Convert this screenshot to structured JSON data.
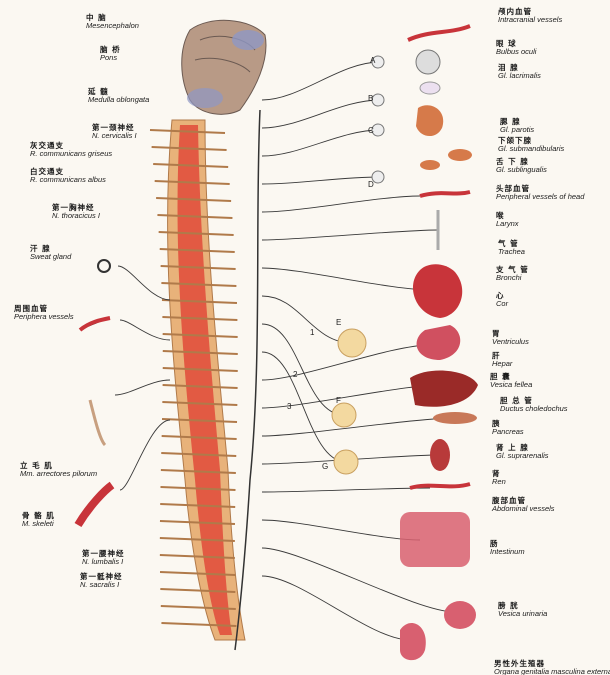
{
  "labels_left": [
    {
      "id": "mesencephalon",
      "zh": "中 脑",
      "la": "Mesencephalon"
    },
    {
      "id": "pons",
      "zh": "脑 桥",
      "la": "Pons"
    },
    {
      "id": "medulla",
      "zh": "延 髓",
      "la": "Medulla oblongata"
    },
    {
      "id": "n-cervicalis",
      "zh": "第一颈神经",
      "la": "N. cervicalis I"
    },
    {
      "id": "r-griseus",
      "zh": "灰交通支",
      "la": "R. communicans griseus"
    },
    {
      "id": "r-albus",
      "zh": "白交通支",
      "la": "R. communicans albus"
    },
    {
      "id": "n-thoracicus",
      "zh": "第一胸神经",
      "la": "N. thoracicus I"
    },
    {
      "id": "sweat-gland",
      "zh": "汗 腺",
      "la": "Sweat gland"
    },
    {
      "id": "periph-vessels",
      "zh": "周围血管",
      "la": "Periphera vessels"
    },
    {
      "id": "arrectores",
      "zh": "立 毛 肌",
      "la": "Mm. arrectores pilorum"
    },
    {
      "id": "m-skeleti",
      "zh": "骨 骼 肌",
      "la": "M. skeleti"
    },
    {
      "id": "n-lumbalis",
      "zh": "第一腰神经",
      "la": "N. lumbalis I"
    },
    {
      "id": "n-sacralis",
      "zh": "第一骶神经",
      "la": "N. sacralis I"
    }
  ],
  "labels_right": [
    {
      "id": "intracranial",
      "zh": "颅内血管",
      "la": "Intracranial vessels"
    },
    {
      "id": "bulbus",
      "zh": "眼 球",
      "la": "Bulbus oculi"
    },
    {
      "id": "lacrimalis",
      "zh": "泪 腺",
      "la": "Gl. lacrimalis"
    },
    {
      "id": "parotis",
      "zh": "腮 腺",
      "la": "Gl. parotis"
    },
    {
      "id": "submandibularis",
      "zh": "下颌下腺",
      "la": "Gl. submandibularis"
    },
    {
      "id": "sublingualis",
      "zh": "舌 下 腺",
      "la": "Gl. sublingualis"
    },
    {
      "id": "vessels-head",
      "zh": "头部血管",
      "la": "Peripheral vessels of head"
    },
    {
      "id": "larynx",
      "zh": "喉",
      "la": "Larynx"
    },
    {
      "id": "trachea",
      "zh": "气 管",
      "la": "Trachea"
    },
    {
      "id": "bronchi",
      "zh": "支 气 管",
      "la": "Bronchi"
    },
    {
      "id": "cor",
      "zh": "心",
      "la": "Cor"
    },
    {
      "id": "ventriculus",
      "zh": "胃",
      "la": "Ventriculus"
    },
    {
      "id": "hepar",
      "zh": "肝",
      "la": "Hepar"
    },
    {
      "id": "vesica-fellea",
      "zh": "胆 囊",
      "la": "Vesica fellea"
    },
    {
      "id": "choledochus",
      "zh": "胆 总 管",
      "la": "Ductus choledochus"
    },
    {
      "id": "pancreas",
      "zh": "胰",
      "la": "Pancreas"
    },
    {
      "id": "suprarenalis",
      "zh": "肾 上 腺",
      "la": "Gl. suprarenalis"
    },
    {
      "id": "ren",
      "zh": "肾",
      "la": "Ren"
    },
    {
      "id": "abdominal",
      "zh": "腹部血管",
      "la": "Abdominal vessels"
    },
    {
      "id": "intestinum",
      "zh": "肠",
      "la": "Intestinum"
    },
    {
      "id": "vesica-urinaria",
      "zh": "膀 胱",
      "la": "Vesica urinaria"
    },
    {
      "id": "genitalia",
      "zh": "男性外生殖器",
      "la": "Organa genitalia masculina externa"
    }
  ],
  "ganglion_letters": [
    "A",
    "B",
    "C",
    "D",
    "E",
    "F",
    "G"
  ],
  "nerve_numbers": [
    "1",
    "2",
    "3"
  ],
  "colors": {
    "cord": "#e04a3a",
    "bone": "#e8b27a",
    "nerve": "#3a3a3a",
    "organ": "#c8343a",
    "ganglion": "#f3d9a0"
  }
}
